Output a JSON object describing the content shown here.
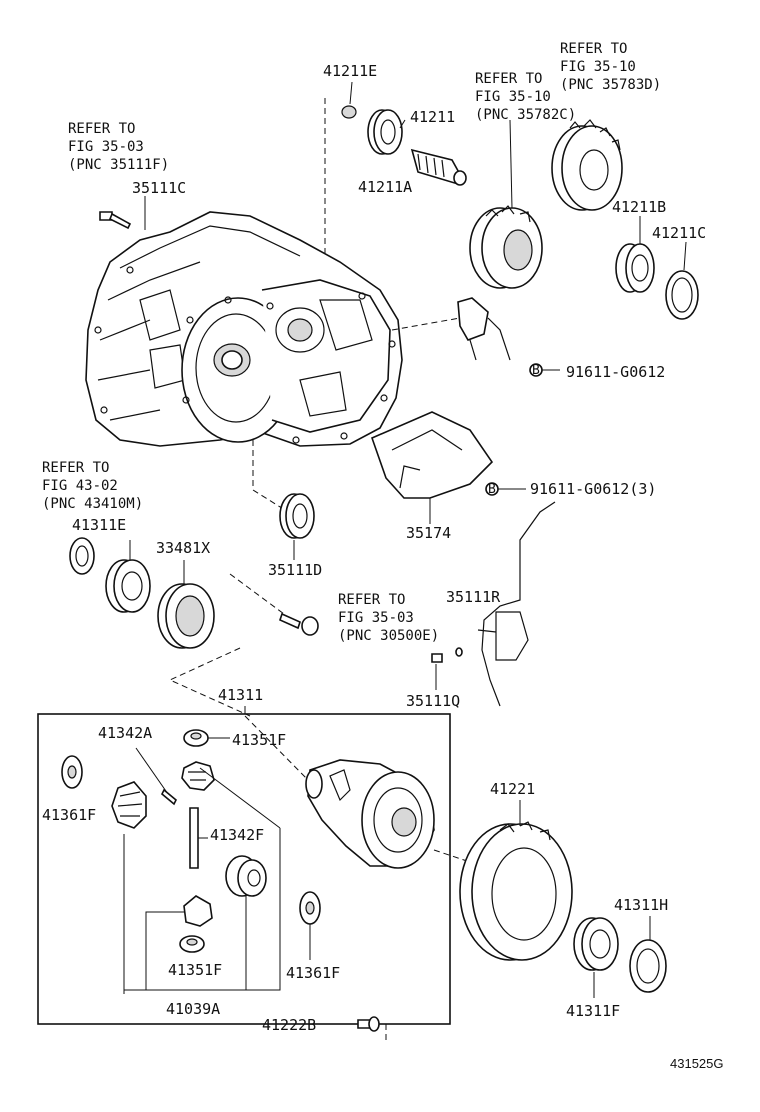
{
  "diagram": {
    "figure_number": "431525G",
    "labels": {
      "p41211E": "41211E",
      "p41211": "41211",
      "p41211A": "41211A",
      "p41211B": "41211B",
      "p41211C": "41211C",
      "p35111C": "35111C",
      "p91611_1": "91611-G0612",
      "p91611_2": "91611-G0612(3)",
      "p35174": "35174",
      "p35111D": "35111D",
      "p41311E": "41311E",
      "p33481X": "33481X",
      "p35111R": "35111R",
      "p35111Q": "35111Q",
      "p41311": "41311",
      "p41342A": "41342A",
      "p41351F_top": "41351F",
      "p41361F_left": "41361F",
      "p41342F": "41342F",
      "p41351F_bottom": "41351F",
      "p41361F_right": "41361F",
      "p41039A": "41039A",
      "p41221": "41221",
      "p41311H": "41311H",
      "p41311F": "41311F",
      "p41222B": "41222B"
    },
    "bolt_marker": "B",
    "refs": {
      "r35783D": [
        "REFER TO",
        "FIG 35-10",
        "(PNC 35783D)"
      ],
      "r35782C": [
        "REFER TO",
        "FIG 35-10",
        "(PNC 35782C)"
      ],
      "r35111F": [
        "REFER TO",
        "FIG 35-03",
        "(PNC 35111F)"
      ],
      "r43410M": [
        "REFER TO",
        "FIG 43-02",
        "(PNC 43410M)"
      ],
      "r30500E": [
        "REFER TO",
        "FIG 35-03",
        "(PNC 30500E)"
      ]
    }
  }
}
